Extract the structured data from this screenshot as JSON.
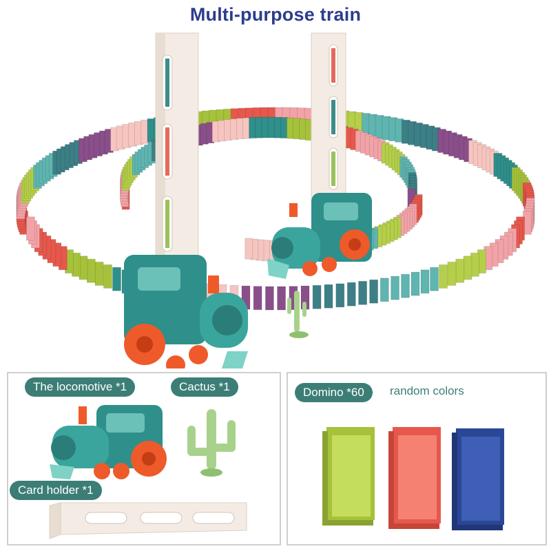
{
  "title": "Multi-purpose train",
  "labels": {
    "locomotive": "The locomotive *1",
    "cactus": "Cactus *1",
    "card_holder": "Card holder *1",
    "domino": "Domino *60",
    "domino_note": "random colors"
  },
  "colors": {
    "title": "#2d3d8c",
    "pill": "#3c7e76",
    "train_body": "#2f8f8a",
    "wheel": "#ef5a2a",
    "domino_green": "#b5cf4a",
    "domino_red": "#ef6e5e",
    "domino_blue": "#2f4fa2",
    "cactus": "#a8d28c"
  },
  "icons": [
    "train-locomotive-icon",
    "cactus-icon",
    "card-holder-icon",
    "domino-icon"
  ]
}
